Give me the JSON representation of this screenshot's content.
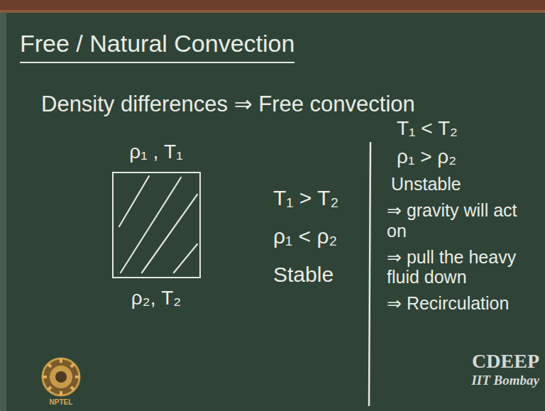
{
  "diagram": {
    "title": "Free / Natural Convection",
    "nodes": [
      {
        "text": [
          "ρ₁ , T₁",
          "ρ₂, T₂"
        ]
      }
    ],
    "labels": [
      "Density differences ⇒ Free convection",
      "T₁ > T₂",
      "ρ₁ < ρ₂",
      "Stable",
      "T₁ < T₂",
      "ρ₁ > ρ₂",
      "Unstable",
      "⇒ gravity will act on",
      "⇒ pull the heavy fluid down",
      "⇒ Recirculation",
      "CDEEP",
      "IIT Bombay",
      "NPTEL"
    ]
  }
}
